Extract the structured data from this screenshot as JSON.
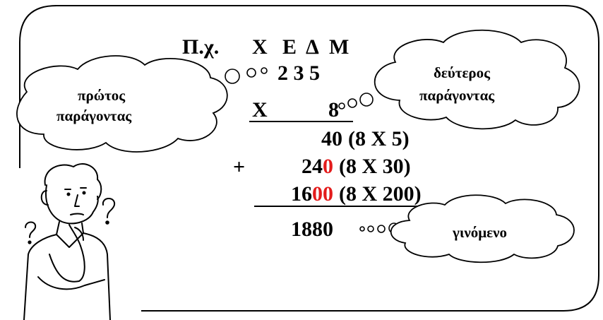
{
  "example": {
    "label": "Π.χ.",
    "place_values": [
      "Χ",
      "Ε",
      "Δ",
      "Μ"
    ],
    "first_factor": "2 3 5",
    "times_sign": "Χ",
    "second_factor": "8"
  },
  "partials": [
    {
      "value_black": "40",
      "value_red": "",
      "value_tail": "",
      "note": "(8 Χ 5)"
    },
    {
      "value_black": "24",
      "value_red": "0",
      "value_tail": "",
      "note": "(8 Χ 30)"
    },
    {
      "value_black": "16",
      "value_red": "00",
      "value_tail": "",
      "note": "(8 Χ 200)"
    }
  ],
  "plus_sign": "+",
  "result": "1880",
  "clouds": {
    "first_factor": [
      "πρώτος",
      "παράγοντας"
    ],
    "second_factor": [
      "δεύτερος",
      "παράγοντας"
    ],
    "product": "γινόμενο"
  },
  "colors": {
    "highlight": "#e31b1b",
    "text": "#000000"
  }
}
